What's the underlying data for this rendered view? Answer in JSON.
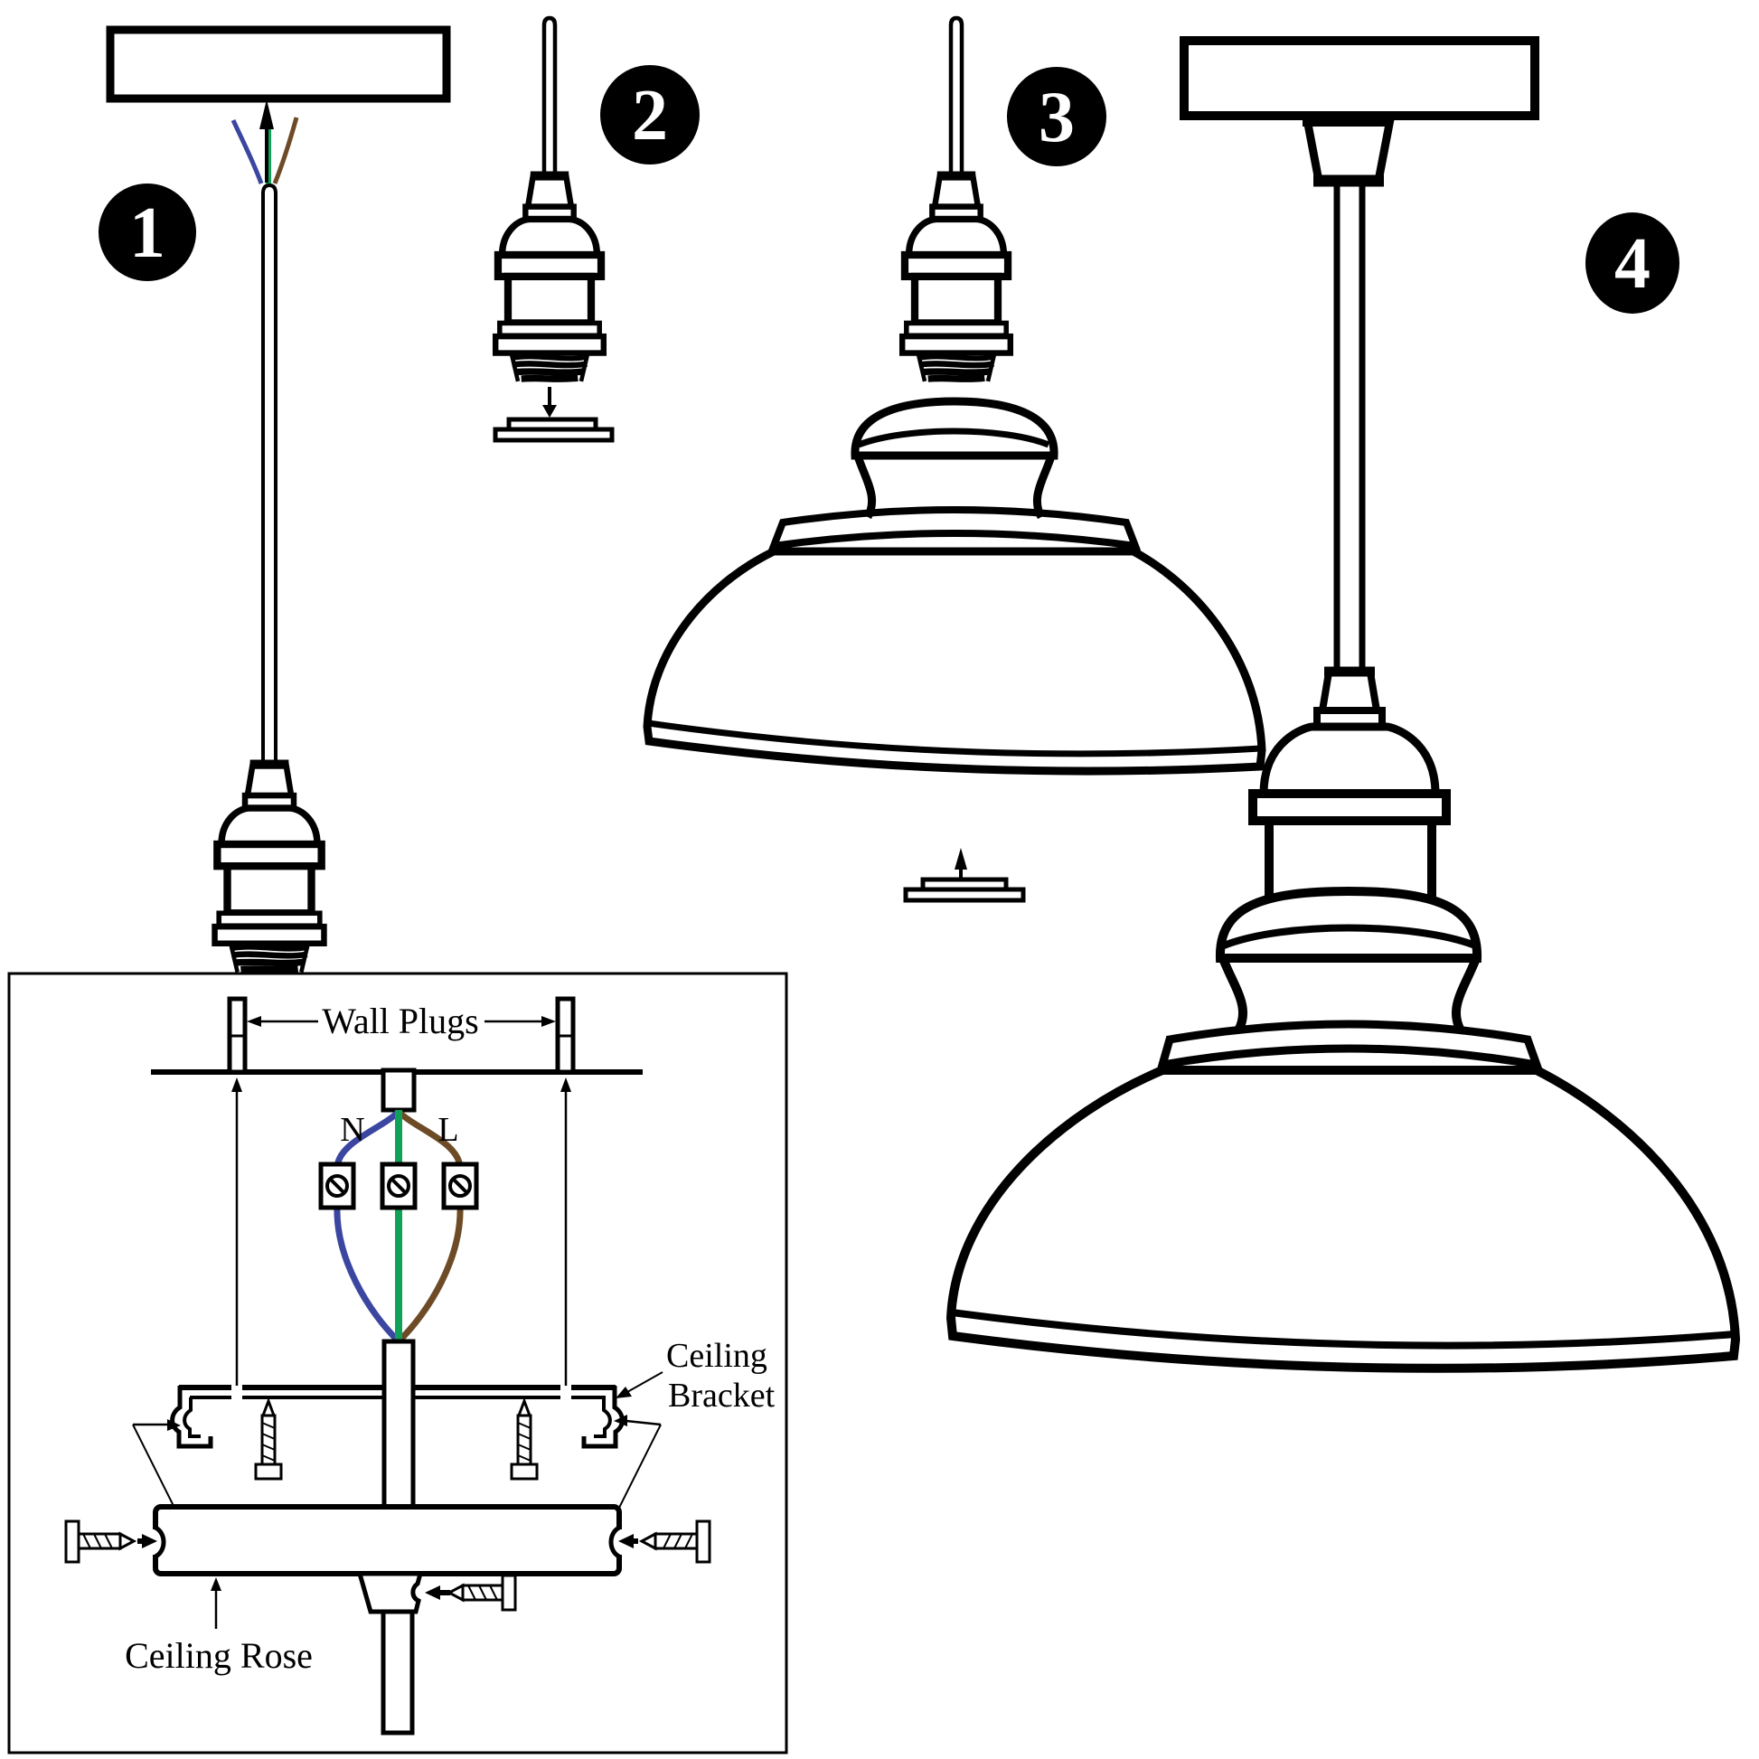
{
  "steps": [
    {
      "number": "1"
    },
    {
      "number": "2"
    },
    {
      "number": "3"
    },
    {
      "number": "4"
    }
  ],
  "inset": {
    "wall_plugs_label": "Wall Plugs",
    "neutral_label": "N",
    "live_label": "L",
    "bracket_label_line1": "Ceiling",
    "bracket_label_line2": "Bracket",
    "rose_label": "Ceiling Rose"
  },
  "colors": {
    "line": "#000000",
    "background": "#ffffff",
    "neutral_wire_blue": "#3a46a0",
    "earth_wire_green": "#12a158",
    "live_wire_brown": "#6d4b26"
  }
}
